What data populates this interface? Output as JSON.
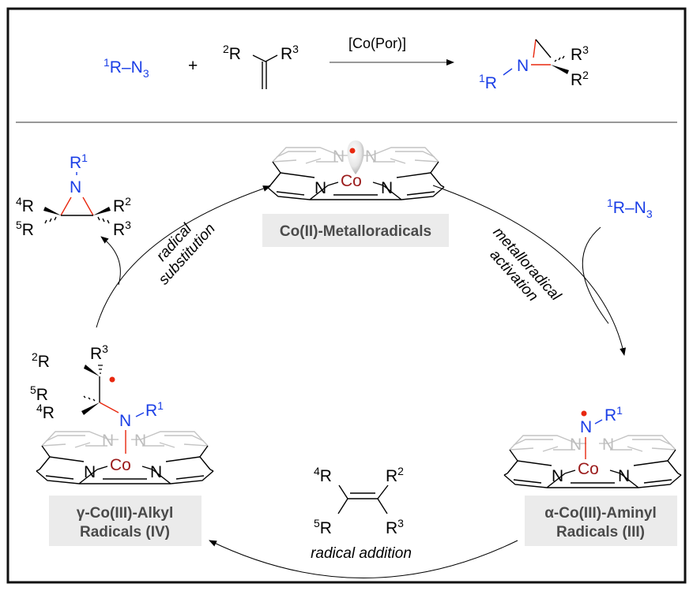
{
  "reaction": {
    "reagent_azide": {
      "sup": "1",
      "text": "R–N",
      "sub": "3"
    },
    "plus": "+",
    "alkene": {
      "left_sup": "2",
      "left": "R",
      "right": "R",
      "right_sup": "3"
    },
    "catalyst": "[Co(Por)]",
    "product": {
      "n": "N",
      "r1_sup": "1",
      "r1": "R",
      "r3": "R",
      "r3_sup": "3",
      "r2": "R",
      "r2_sup": "2"
    }
  },
  "cycle": {
    "metalloradical": {
      "co": "Co",
      "n": "N",
      "label": "Co(II)-Metalloradicals"
    },
    "step_activation": {
      "line1": "metalloradical",
      "line2": "activation"
    },
    "azide_input": {
      "sup": "1",
      "text": "R–N",
      "sub": "3"
    },
    "aminyl": {
      "n": "N",
      "r": "R",
      "r_sup": "1",
      "co": "Co",
      "label_line1": "α-Co(III)-Aminyl",
      "label_line2": "Radicals (III)"
    },
    "step_addition": "radical addition",
    "alkene_input": {
      "r4_sup": "4",
      "r5_sup": "5",
      "r2_sup": "2",
      "r3_sup": "3",
      "r": "R"
    },
    "alkyl": {
      "n": "N",
      "r": "R",
      "co": "Co",
      "r1_sup": "1",
      "r2_sup": "2",
      "r3_sup": "3",
      "r4_sup": "4",
      "r5_sup": "5",
      "label_line1": "γ-Co(III)-Alkyl",
      "label_line2": "Radicals (IV)"
    },
    "step_substitution": {
      "line1": "radical",
      "line2": "substitution"
    },
    "aziridine_output": {
      "n": "N",
      "r": "R",
      "r1_sup": "1",
      "r2_sup": "2",
      "r3_sup": "3",
      "r4_sup": "4",
      "r5_sup": "5"
    }
  },
  "colors": {
    "nitrogen_reagent": "#1a3ee6",
    "radical_dot": "#e8280f",
    "new_bond": "#e8280f",
    "cobalt": "#9a1a1a",
    "back_porphyrin": "#c4c4c4",
    "label_box": "#ebebeb"
  }
}
